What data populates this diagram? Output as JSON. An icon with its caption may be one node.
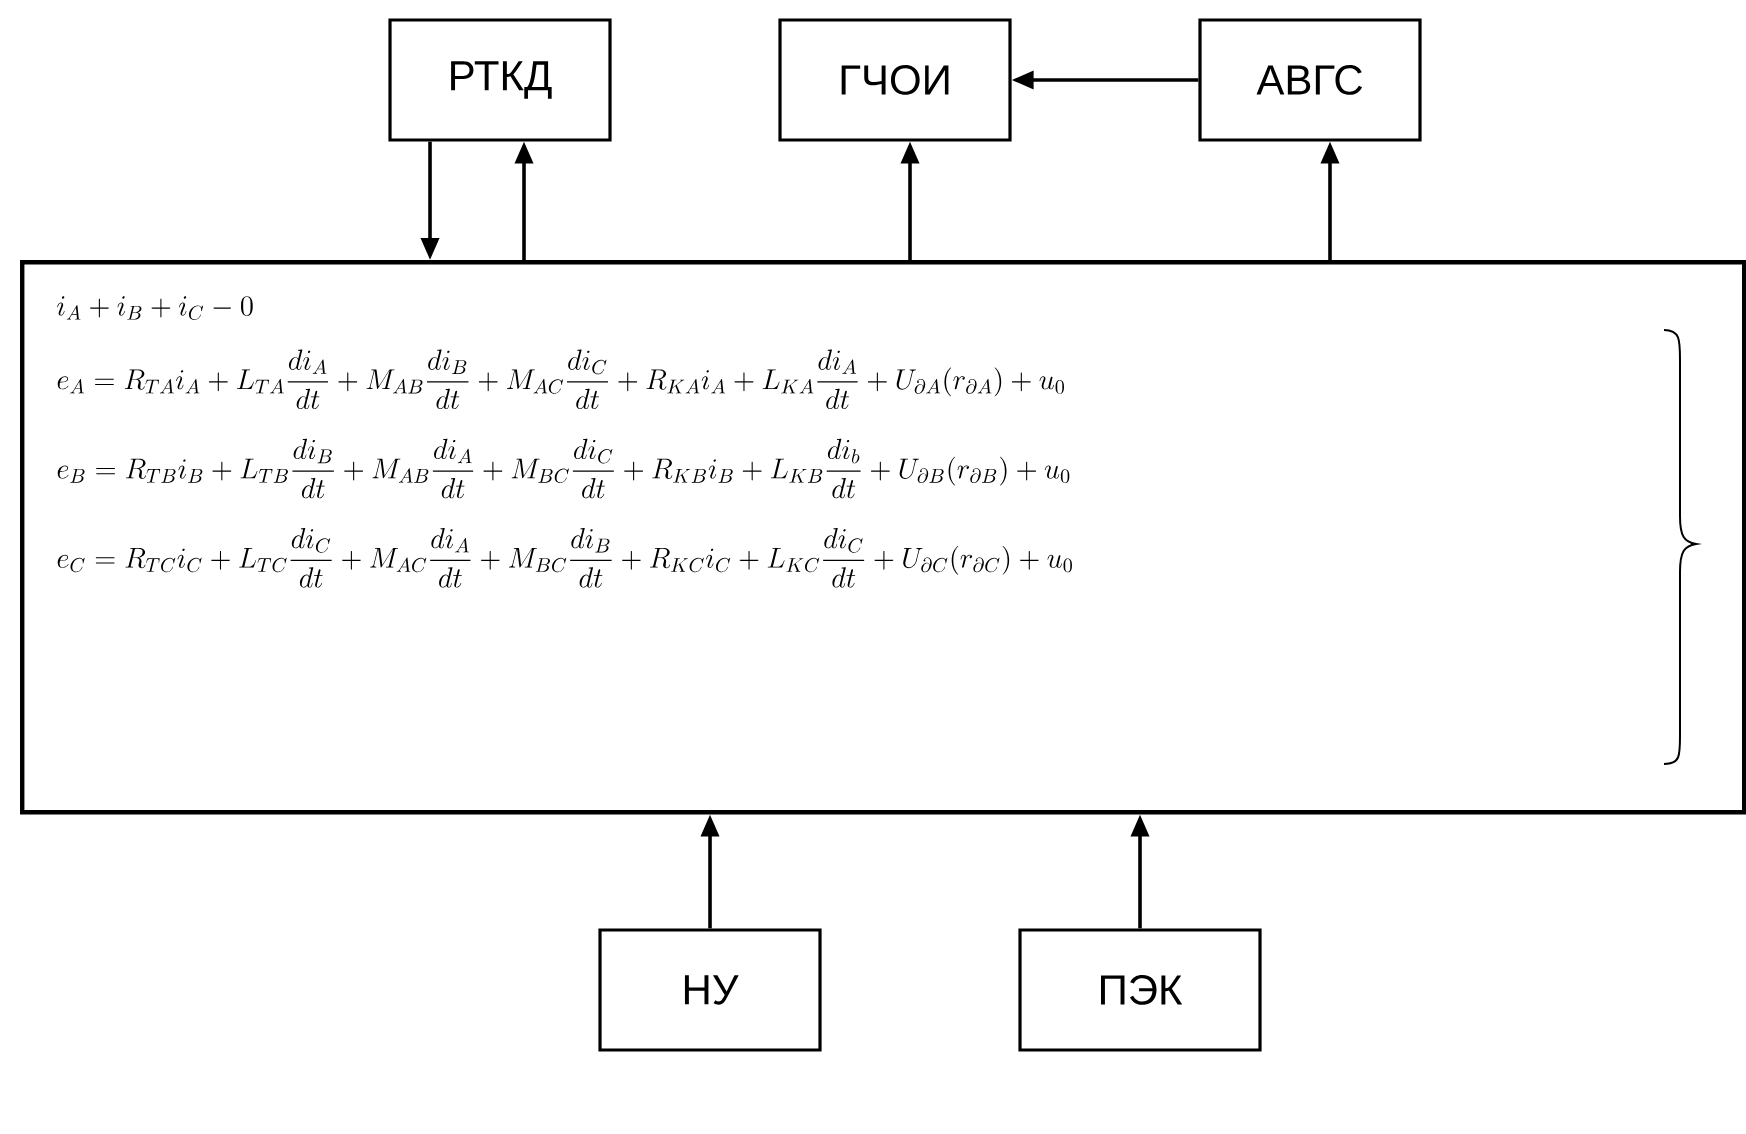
{
  "diagram": {
    "nodes": [
      {
        "text": [
          "РТКД"
        ]
      },
      {
        "text": [
          "ГЧОИ"
        ]
      },
      {
        "text": [
          "АВГС"
        ]
      },
      {
        "text": [
          "i_A+i_B+i_C-0",
          "e_A=R_{TA}i_A+L_{TA}\\frac{di_A}{dt}+M_{AB}\\frac{di_B}{dt}+M_{AC}\\frac{di_C}{dt}+R_{KA}i_A+L_{KA}\\frac{di_A}{dt}+U_{\\partial A}(r_{\\partial A})+u_0",
          "e_B=R_{TB}i_B+L_{TB}\\frac{di_B}{dt}+M_{AB}\\frac{di_A}{dt}+M_{BC}\\frac{di_C}{dt}+R_{KB}i_B+L_{KB}\\frac{di_b}{dt}+U_{\\partial B}(r_{\\partial B})+u_0",
          "e_C=R_{TC}i_C+L_{TC}\\frac{di_C}{dt}+M_{AC}\\frac{di_A}{dt}+M_{BC}\\frac{di_B}{dt}+R_{KC}i_C+L_{KC}\\frac{di_C}{dt}+U_{\\partial C}(r_{\\partial C})+u_0"
        ]
      },
      {
        "text": [
          "НУ"
        ]
      },
      {
        "text": [
          "ПЭК"
        ]
      }
    ],
    "edges": [
      {
        "from": 0,
        "to": 3,
        "arrow": "to"
      },
      {
        "from": 3,
        "to": 0,
        "arrow": "to"
      },
      {
        "from": 3,
        "to": 1,
        "arrow": "to"
      },
      {
        "from": 3,
        "to": 2,
        "arrow": "to"
      },
      {
        "from": 2,
        "to": 1,
        "arrow": "to"
      },
      {
        "from": 4,
        "to": 3,
        "arrow": "to"
      },
      {
        "from": 5,
        "to": 3,
        "arrow": "to"
      }
    ]
  }
}
